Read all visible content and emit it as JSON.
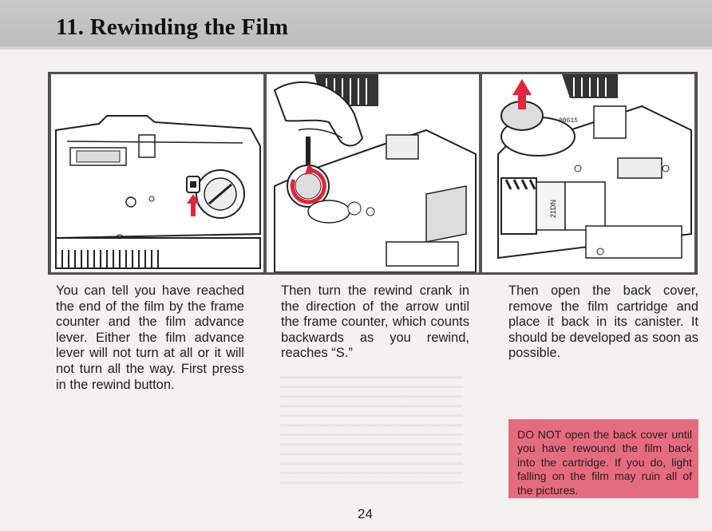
{
  "header": {
    "title": "11. Rewinding the Film"
  },
  "illustrations": [
    {
      "icon": "camera-top-rewind-button-icon"
    },
    {
      "icon": "rewind-crank-hand-icon"
    },
    {
      "icon": "film-cartridge-removal-icon",
      "counter_text": "00615",
      "film_label": "21DN"
    }
  ],
  "columns": [
    {
      "text": "You can tell you have reached the end of the film by the frame counter and the film advance lever. Either the film advance lever will not turn at all or it will not turn all the way. First press in the rewind button."
    },
    {
      "text": "Then turn the rewind crank in the direction of the arrow until the frame counter, which counts backwards as you rewind, reaches “S.”"
    },
    {
      "text": "Then open the back cover, remove the film cartridge and place it back in its canister. It should be developed as soon as possible."
    }
  ],
  "warning": {
    "text": "DO NOT open the back cover until you have rewound the film back into the cartridge. If you do, light falling on the film may ruin all of the pictures."
  },
  "footer": {
    "page_number": "24"
  },
  "colors": {
    "header_band": "#c4c4c4",
    "warning_bg": "#e56c7e",
    "arrow_red": "#e0263a"
  }
}
